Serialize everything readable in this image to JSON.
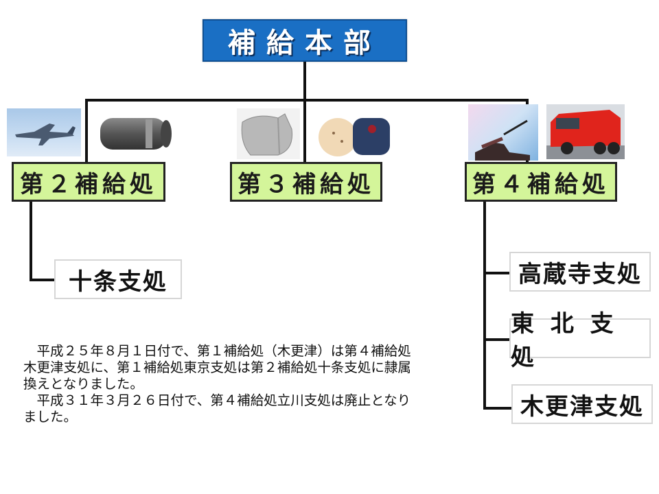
{
  "headquarters": {
    "label": "補給本部",
    "color": "#1a6fc4"
  },
  "depots": [
    {
      "label": "第２補給処",
      "photos": [
        "fighter-jet-photo",
        "jet-engine-photo"
      ],
      "branches": [
        {
          "label": "十条支処"
        }
      ]
    },
    {
      "label": "第３補給処",
      "photos": [
        "parachute-photo",
        "flight-helmet-photo"
      ],
      "branches": []
    },
    {
      "label": "第４補給処",
      "photos": [
        "missile-launch-photo",
        "fire-truck-photo"
      ],
      "branches": [
        {
          "label": "高蔵寺支処"
        },
        {
          "label": "東 北 支 処"
        },
        {
          "label": "木更津支処"
        }
      ]
    }
  ],
  "depot_color": "#d4f59a",
  "note": {
    "paragraphs": [
      "平成２５年８月１日付で、第１補給処（木更津）は第４補給処木更津支処に、第１補給処東京支処は第２補給処十条支処に隷属換えとなりました。",
      "平成３１年３月２６日付で、第４補給処立川支処は廃止となりました。"
    ]
  }
}
